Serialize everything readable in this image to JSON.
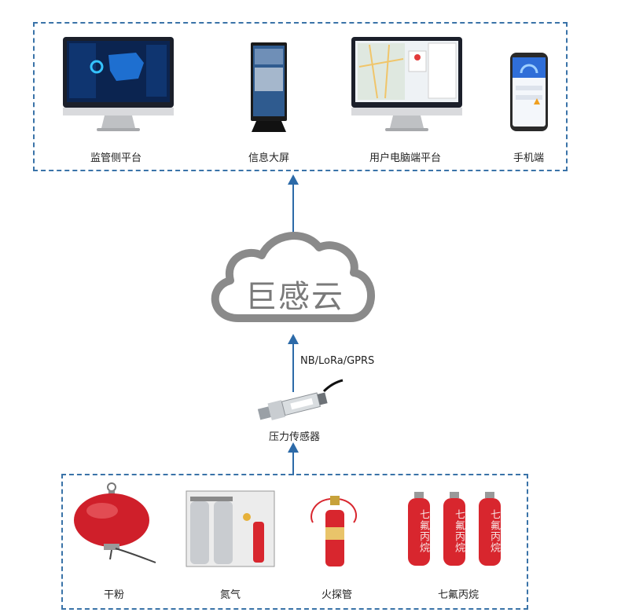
{
  "platforms": {
    "supervisor_label": "监管侧平台",
    "big_screen_label": "信息大屏",
    "user_pc_label": "用户电脑端平台",
    "mobile_label": "手机端"
  },
  "cloud": {
    "label": "巨感云"
  },
  "link": {
    "protocol": "NB/LoRa/GPRS"
  },
  "sensor": {
    "label": "压力传感器"
  },
  "extinguishers": {
    "dry_powder_label": "干粉",
    "nitrogen_label": "氮气",
    "fire_tube_label": "火探管",
    "hfc_label": "七氟丙烷",
    "cylinder_text": "七氟丙烷"
  },
  "colors": {
    "dashed_border": "#3a73a8",
    "arrow": "#2c6aa8",
    "cloud_stroke": "#8a8a8a",
    "extinguisher_red": "#d8262e"
  }
}
